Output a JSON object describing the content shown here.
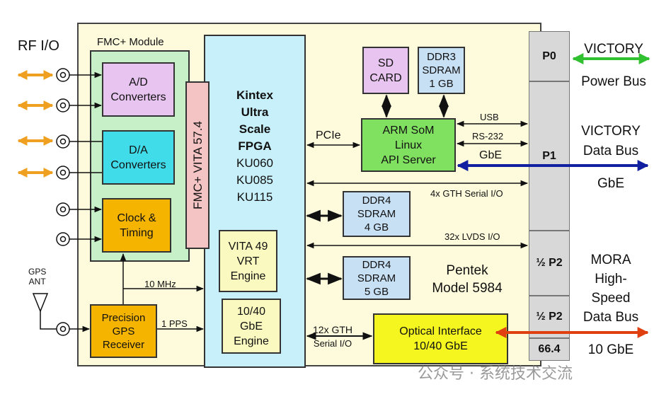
{
  "rf_io": "RF I/O",
  "fmc_module": "FMC+ Module",
  "ad": [
    "A/D",
    "Converters"
  ],
  "da": [
    "D/A",
    "Converters"
  ],
  "clock": [
    "Clock &",
    "Timing"
  ],
  "fmc_bar": "FMC+ VITA 57.4",
  "fpga": [
    "Kintex",
    "Ultra",
    "Scale",
    "FPGA",
    "KU060",
    "KU085",
    "KU115"
  ],
  "vita49": [
    "VITA 49",
    "VRT",
    "Engine"
  ],
  "gbe_engine": [
    "10/40",
    "GbE",
    "Engine"
  ],
  "sd": [
    "SD",
    "CARD"
  ],
  "ddr3": [
    "DDR3",
    "SDRAM",
    "1 GB"
  ],
  "arm": [
    "ARM SoM",
    "Linux",
    "API Server"
  ],
  "ddr4a": [
    "DDR4",
    "SDRAM",
    "4 GB"
  ],
  "ddr4b": [
    "DDR4",
    "SDRAM",
    "5 GB"
  ],
  "optical": [
    "Optical Interface",
    "10/40 GbE"
  ],
  "gps": [
    "Precision",
    "GPS",
    "Receiver"
  ],
  "gps_ant": [
    "GPS",
    "ANT"
  ],
  "links": {
    "pcie": "PCIe",
    "usb": "USB",
    "rs232": "RS-232",
    "gbe": "GbE",
    "gth4": "4x GTH Serial I/O",
    "lvds": "32x LVDS I/O",
    "gth12": [
      "12x GTH",
      "Serial I/O"
    ],
    "mhz": "10 MHz",
    "pps": "1 PPS"
  },
  "model": [
    "Pentek",
    "Model 5984"
  ],
  "connectors": [
    "P0",
    "P1",
    "½ P2",
    "½ P2",
    "66.4"
  ],
  "right": {
    "power": [
      "VICTORY",
      "Power Bus"
    ],
    "data": [
      "VICTORY",
      "Data Bus"
    ],
    "gbe": "GbE",
    "mora": [
      "MORA",
      "High-",
      "Speed",
      "Data Bus"
    ],
    "gbe10": "10 GbE"
  },
  "watermark": "公众号 · 系统技术交流",
  "colors": {
    "board": "#fdfbdc",
    "fmc": "#c8f0c8",
    "ad": "#e8c4f0",
    "da": "#40dcea",
    "clock": "#f5b400",
    "fpga": "#c8f0fa",
    "arm": "#80e060",
    "optical": "#f5f520",
    "power_arrow": "#30c030",
    "data_arrow": "#1020a0",
    "hs_arrow": "#e04010",
    "rf_arrow": "#f0a020"
  }
}
